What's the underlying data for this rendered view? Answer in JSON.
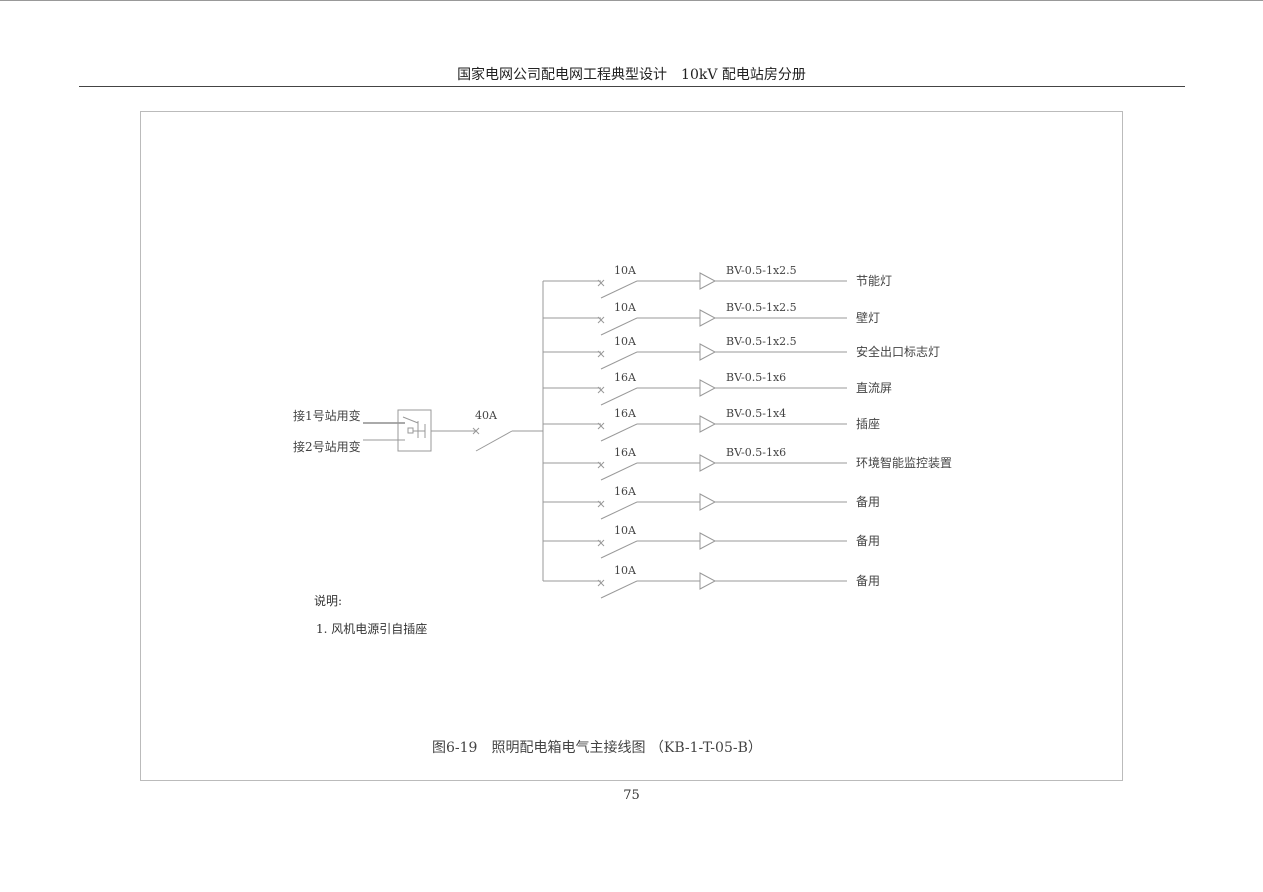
{
  "header": {
    "title": "国家电网公司配电网工程典型设计　10kV 配电站房分册"
  },
  "diagram": {
    "inputs": [
      "接1号站用变",
      "接2号站用变"
    ],
    "main_breaker": "40A",
    "circuits": [
      {
        "rating": "10A",
        "cable": "BV-0.5-1x2.5",
        "load": "节能灯"
      },
      {
        "rating": "10A",
        "cable": "BV-0.5-1x2.5",
        "load": "壁灯"
      },
      {
        "rating": "10A",
        "cable": "BV-0.5-1x2.5",
        "load": "安全出口标志灯"
      },
      {
        "rating": "16A",
        "cable": "BV-0.5-1x6",
        "load": "直流屏"
      },
      {
        "rating": "16A",
        "cable": "BV-0.5-1x4",
        "load": "插座"
      },
      {
        "rating": "16A",
        "cable": "BV-0.5-1x6",
        "load": "环境智能监控装置"
      },
      {
        "rating": "16A",
        "cable": "",
        "load": "备用"
      },
      {
        "rating": "10A",
        "cable": "",
        "load": "备用"
      },
      {
        "rating": "10A",
        "cable": "",
        "load": "备用"
      }
    ]
  },
  "notes": {
    "title": "说明:",
    "items": [
      "1. 风机电源引自插座"
    ]
  },
  "caption": "图6-19　照明配电箱电气主接线图 （KB-1-T-05-B）",
  "page_number": "75"
}
